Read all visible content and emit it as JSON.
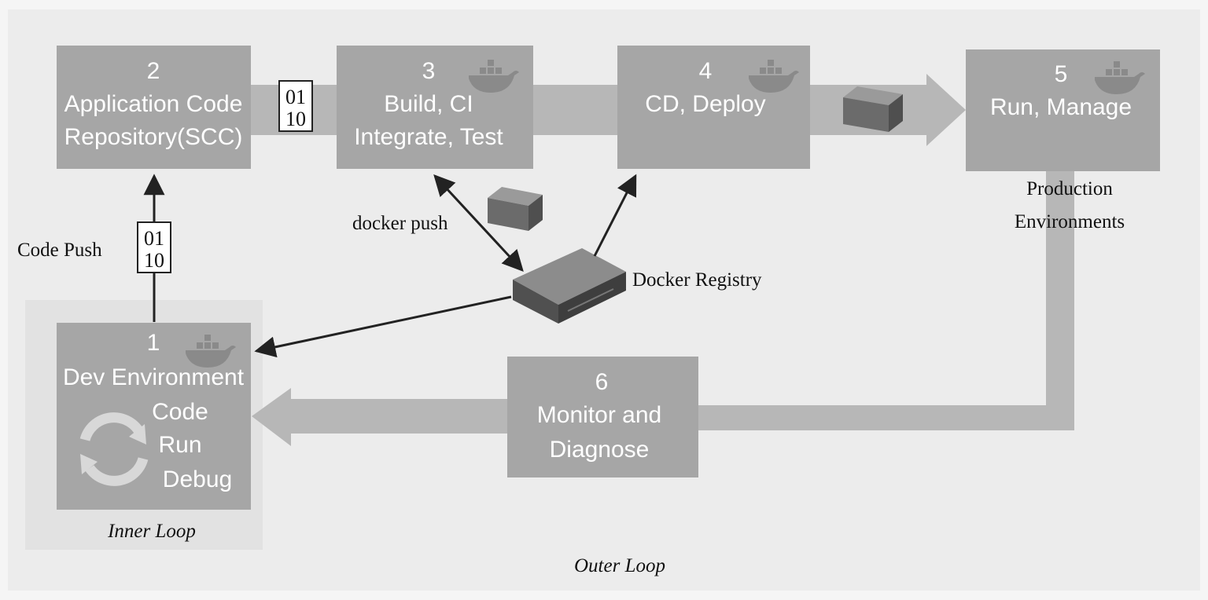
{
  "steps": [
    {
      "num": "2",
      "lines": [
        "Application Code",
        "Repository(SCC)"
      ]
    },
    {
      "num": "3",
      "lines": [
        "Build, CI",
        "Integrate, Test"
      ]
    },
    {
      "num": "4",
      "lines": [
        "CD, Deploy"
      ]
    },
    {
      "num": "5",
      "lines": [
        "Run, Manage"
      ]
    },
    {
      "num": "1",
      "title": "Dev Environment",
      "lines": [
        "Code",
        "Run",
        "Debug"
      ]
    },
    {
      "num": "6",
      "lines": [
        "Monitor and",
        "Diagnose"
      ]
    }
  ],
  "binary": [
    "01",
    "10"
  ],
  "labels": {
    "production": [
      "Production",
      "Environments"
    ],
    "code_push": "Code Push",
    "docker_push": "docker push",
    "docker_registry": "Docker Registry",
    "inner_loop": "Inner Loop",
    "outer_loop": "Outer Loop"
  },
  "colors": {
    "background": "#ececec",
    "panel": "#e2e2e2",
    "box": "#a6a6a6",
    "flow_arrow": "#b7b7b7",
    "line": "#222222"
  },
  "icons": [
    "docker-whale-icon",
    "container-block-icon",
    "server-icon",
    "cycle-icon"
  ]
}
